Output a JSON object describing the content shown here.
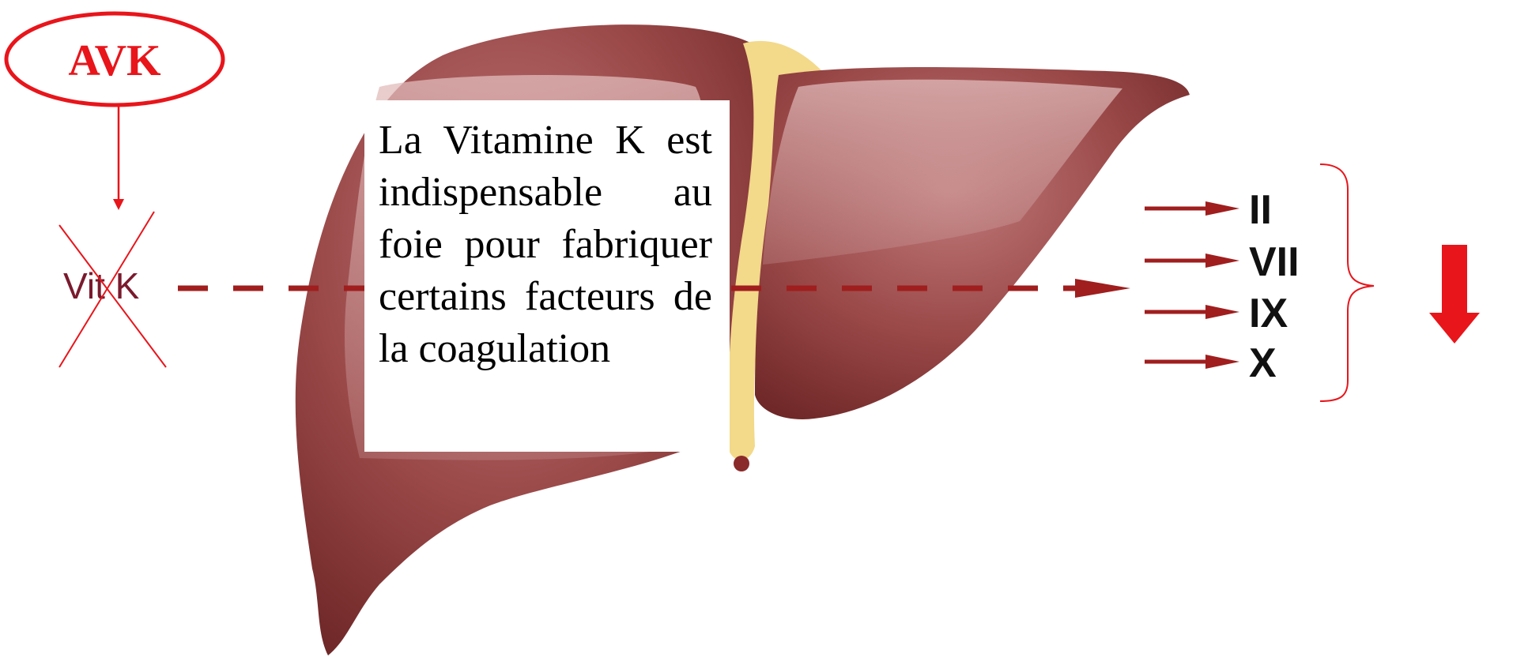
{
  "avk": {
    "label": "AVK",
    "color": "#e8151b"
  },
  "vitamin": {
    "label": "Vit K",
    "color": "#7a1a2e",
    "cross_color": "#e8151b"
  },
  "info_box": {
    "text": "La Vitamine K est indispensable au foie pour fabriquer certains facteurs de la coagulation"
  },
  "factors": [
    {
      "label": "II"
    },
    {
      "label": "VII"
    },
    {
      "label": "IX"
    },
    {
      "label": "X"
    }
  ],
  "colors": {
    "liver": "#8e3a3a",
    "liver_light": "#b66a6a",
    "gallbladder": "#f3d98a",
    "dash_arrow": "#a01e1e",
    "factor_arrow": "#a01e1e",
    "bracket": "#e8151b",
    "decrease_arrow": "#e8151b"
  },
  "decrease_arrow": {
    "icon": "down-arrow-icon"
  }
}
